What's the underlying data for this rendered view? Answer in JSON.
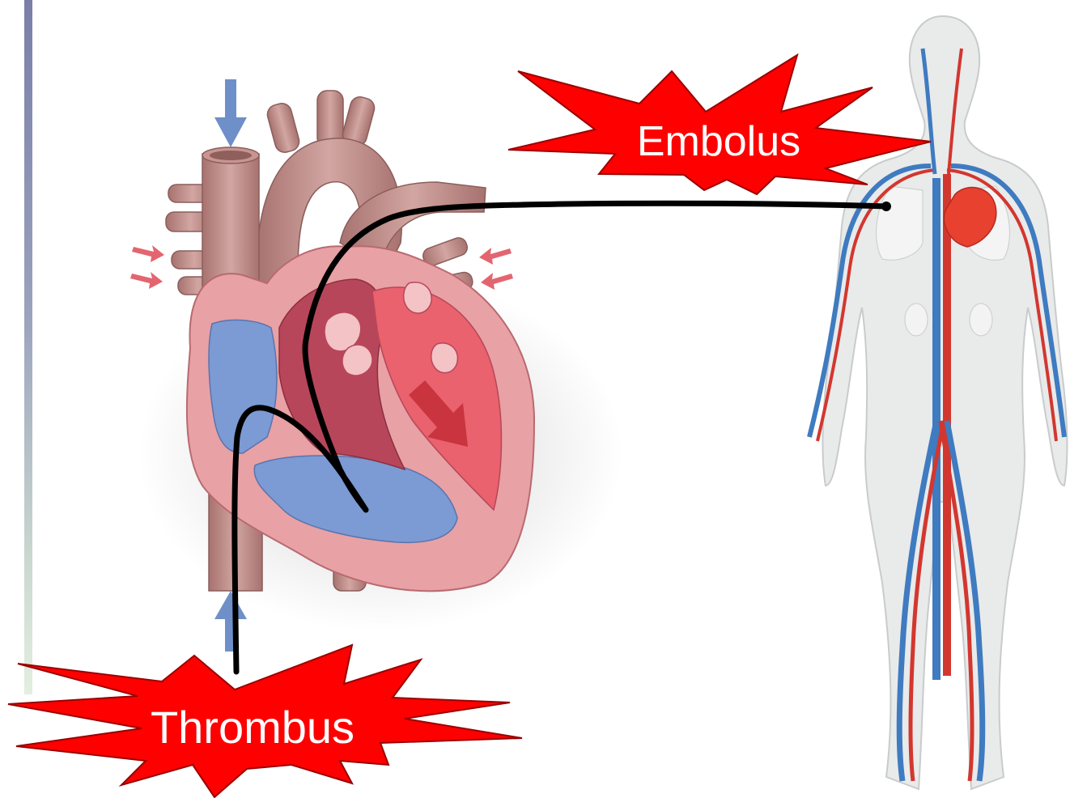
{
  "labels": {
    "embolus": "Embolus",
    "thrombus": "Thrombus"
  },
  "colors": {
    "burst_fill": "#ff0000",
    "burst_stroke": "#9a0000",
    "connector": "#000000",
    "deoxygenated": "#7c9ad3",
    "oxygenated": "#e9626d",
    "vessel_tissue": "#c08e8b"
  },
  "figures": {
    "heart": "heart-cross-section",
    "body": "circulatory-system-figure"
  }
}
